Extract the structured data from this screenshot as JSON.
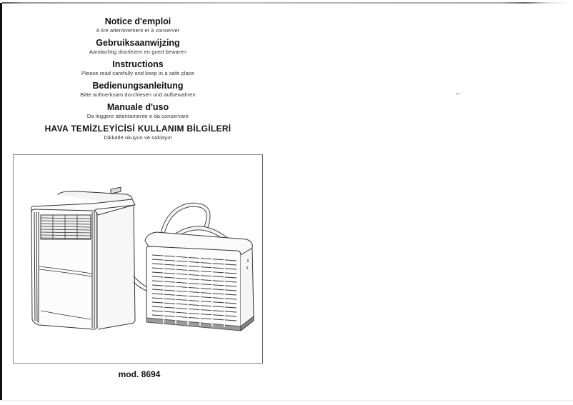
{
  "document": {
    "headings": [
      {
        "title": "Notice d'emploi",
        "subtitle": "A lire attentivement et à conserver"
      },
      {
        "title": "Gebruiksaanwijzing",
        "subtitle": "Aandachtig doorlezen en goed bewaren"
      },
      {
        "title": "Instructions",
        "subtitle": "Please read carefully and keep in a safe place"
      },
      {
        "title": "Bedienungsanleitung",
        "subtitle": "Bitte aufmerksam durchlesen und aufbewahren"
      },
      {
        "title": "Manuale d'uso",
        "subtitle": "Da leggere attentamente e da conservare"
      },
      {
        "title": "HAVA TEMİZLEYİCİSİ KULLANIM BİLGİLERİ",
        "subtitle": "Dikkatle okuyun ve saklayın"
      }
    ],
    "illustration": {
      "description": "Portable air conditioner indoor unit connected by hose to outdoor condenser unit with carry handle"
    },
    "model_label": "mod. 8694"
  }
}
